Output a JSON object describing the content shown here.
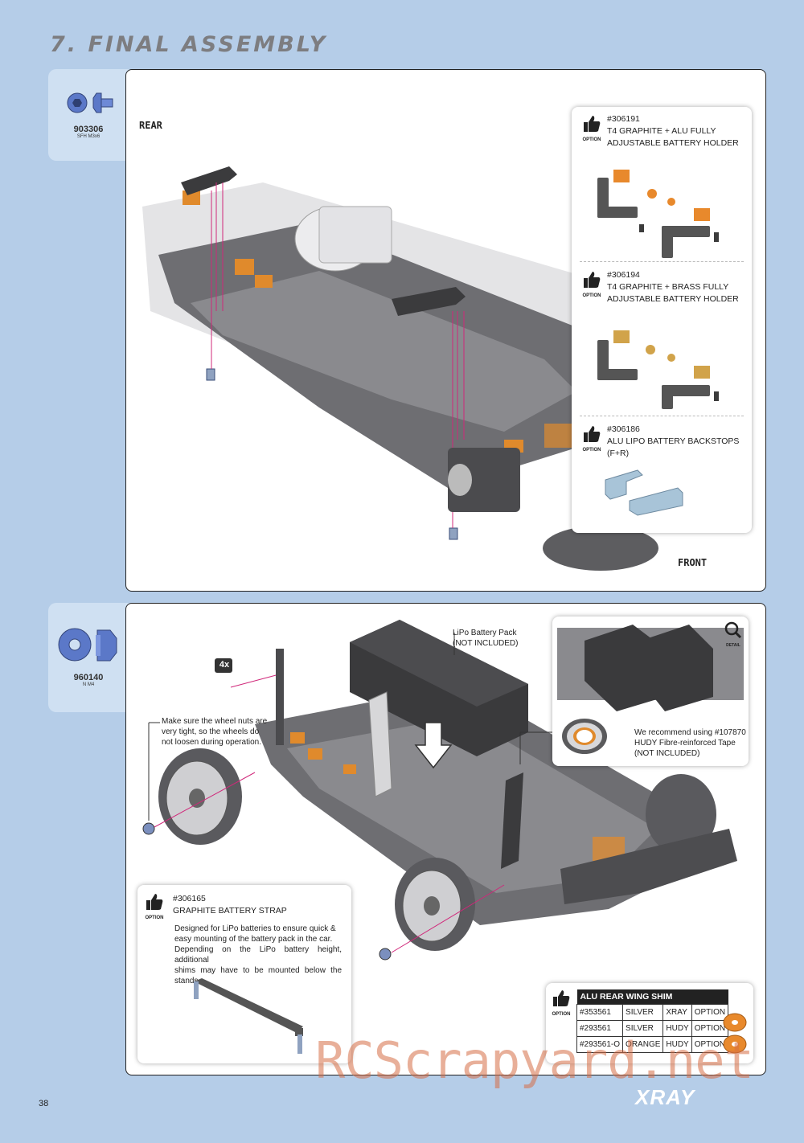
{
  "section_title": "7. FINAL ASSEMBLY",
  "page_number": "38",
  "brand": "XRAY",
  "watermark": "RCScrapyard.net",
  "top_part": {
    "code": "903306",
    "desc": "SFH M3x6",
    "icon": "flat-head-screw-icon"
  },
  "bottom_part": {
    "code": "960140",
    "desc": "N M4",
    "icon": "nut-icon"
  },
  "top_panel": {
    "rear_label": "REAR",
    "front_label": "FRONT",
    "options": [
      {
        "badge": "OPTION",
        "line1": "#306191",
        "line2": "T4 GRAPHITE + ALU FULLY",
        "line3": "ADJUSTABLE BATTERY HOLDER"
      },
      {
        "badge": "OPTION",
        "line1": "#306194",
        "line2": "T4 GRAPHITE + BRASS FULLY",
        "line3": "ADJUSTABLE BATTERY HOLDER"
      },
      {
        "badge": "OPTION",
        "line1": "#306186",
        "line2": "ALU LIPO BATTERY BACKSTOPS (F+R)"
      }
    ]
  },
  "bottom_panel": {
    "quantity": "4x",
    "battery_label_1": "LiPo Battery Pack",
    "battery_label_2": "(NOT INCLUDED)",
    "wheel_note_1": "Make sure the wheel nuts are",
    "wheel_note_2": "very tight, so the wheels do",
    "wheel_note_3": "not loosen during operation.",
    "detail": {
      "badge": "DETAIL",
      "line1": "We recommend using #107870",
      "line2": "HUDY Fibre-reinforced Tape",
      "line3": "(NOT INCLUDED)"
    },
    "strap_option": {
      "badge": "OPTION",
      "code": "#306165",
      "title": "GRAPHITE BATTERY STRAP",
      "desc1": "Designed for LiPo batteries to ensure quick &",
      "desc2": "easy mounting of the battery pack in the car.",
      "desc3": "Depending on the LiPo battery height, additional",
      "desc4": "shims may have to be mounted below the stands."
    },
    "shim_table": {
      "badge": "OPTION",
      "title": "ALU REAR WING SHIM",
      "rows": [
        [
          "#353561",
          "SILVER",
          "XRAY",
          "OPTION"
        ],
        [
          "#293561",
          "SILVER",
          "HUDY",
          "OPTION"
        ],
        [
          "#293561-O",
          "ORANGE",
          "HUDY",
          "OPTION"
        ]
      ]
    }
  }
}
